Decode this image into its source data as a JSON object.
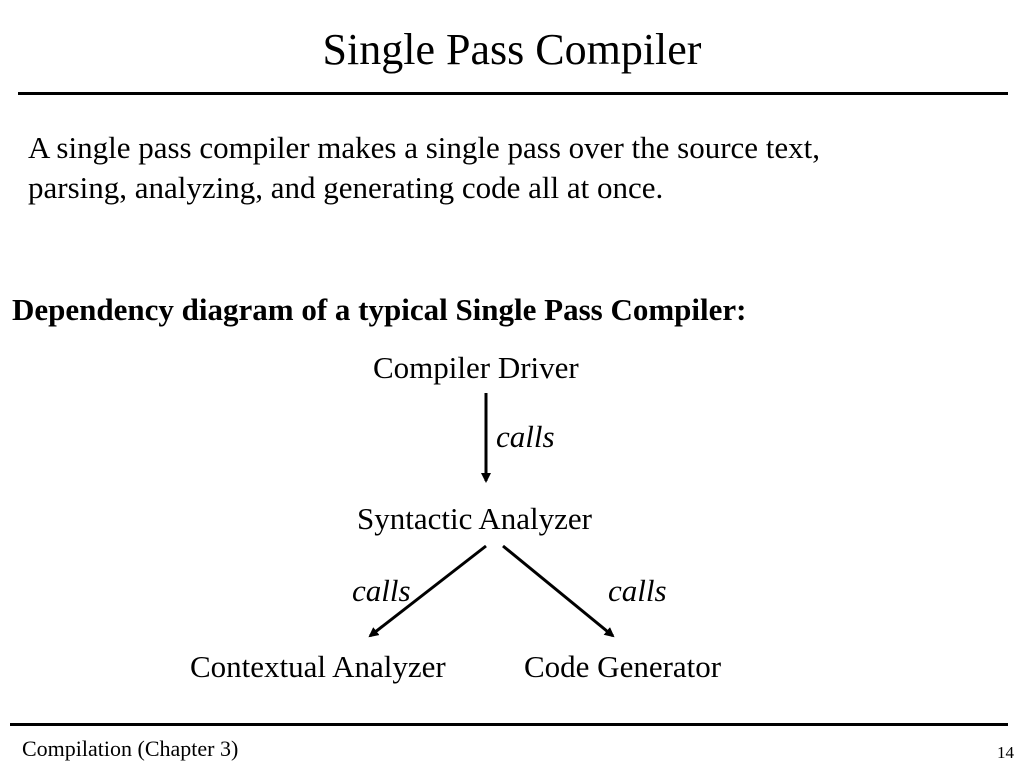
{
  "slide": {
    "title": "Single Pass Compiler",
    "intro_lines": [
      "A single pass compiler makes a single pass over the source text,",
      "parsing, analyzing, and generating code all at once."
    ],
    "diagram_heading": "Dependency diagram of a typical Single Pass Compiler:"
  },
  "diagram": {
    "nodes": {
      "driver": "Compiler Driver",
      "syntactic": "Syntactic Analyzer",
      "contextual": "Contextual Analyzer",
      "codegen": "Code Generator"
    },
    "edges": [
      {
        "from": "Compiler Driver",
        "to": "Syntactic Analyzer",
        "label": "calls"
      },
      {
        "from": "Syntactic Analyzer",
        "to": "Contextual Analyzer",
        "label": "calls"
      },
      {
        "from": "Syntactic Analyzer",
        "to": "Code Generator",
        "label": "calls"
      }
    ]
  },
  "footer": {
    "left": "Compilation (Chapter 3)",
    "page_number": "14"
  }
}
